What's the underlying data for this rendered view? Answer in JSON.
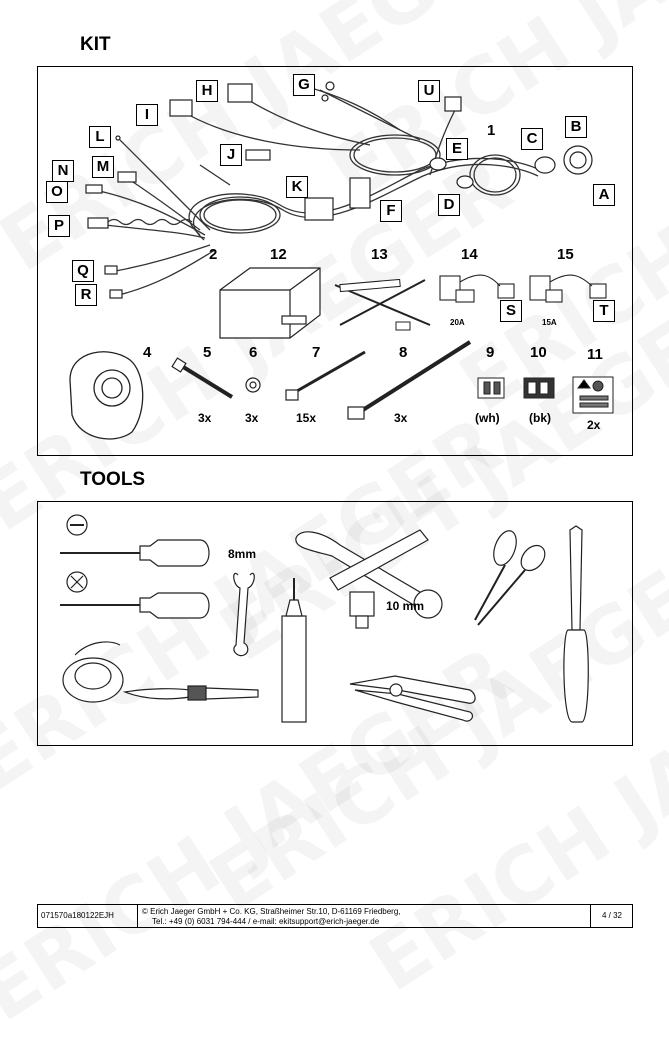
{
  "headings": {
    "kit": "KIT",
    "tools": "TOOLS"
  },
  "watermark": "ERICH JAEGER",
  "kit": {
    "harness_number": "1",
    "harness_secondary": "2",
    "connector_labels": [
      "A",
      "B",
      "C",
      "D",
      "E",
      "F",
      "G",
      "H",
      "I",
      "J",
      "K",
      "L",
      "M",
      "N",
      "O",
      "P",
      "Q",
      "R",
      "S",
      "T",
      "U"
    ],
    "items": [
      {
        "number": "12"
      },
      {
        "number": "13"
      },
      {
        "number": "14",
        "rating": "20A"
      },
      {
        "number": "15",
        "rating": "15A"
      },
      {
        "number": "4"
      },
      {
        "number": "5",
        "qty": "3x"
      },
      {
        "number": "6",
        "qty": "3x"
      },
      {
        "number": "7",
        "qty": "15x"
      },
      {
        "number": "8",
        "qty": "3x"
      },
      {
        "number": "9",
        "qty": "(wh)"
      },
      {
        "number": "10",
        "qty": "(bk)"
      },
      {
        "number": "11",
        "qty": "2x"
      }
    ]
  },
  "tools": {
    "wrench_8mm": "8mm",
    "socket_10mm": "10 mm",
    "icons": [
      "flat-screwdriver-icon",
      "phillips-screwdriver-icon",
      "tape-icon",
      "knife-icon",
      "wrench-icon",
      "sealant-icon",
      "ratchet-icon",
      "pliers-icon",
      "scissors-icon",
      "trim-tool-icon"
    ]
  },
  "footer": {
    "doc_id": "071570a180122EJH",
    "company": "© Erich Jaeger GmbH + Co. KG, Straßheimer Str.10, D-61169 Friedberg,",
    "contact": "Tel.: +49 (0) 6031 794-444 / e-mail: ekitsupport@erich-jaeger.de",
    "page": "4 / 32"
  }
}
